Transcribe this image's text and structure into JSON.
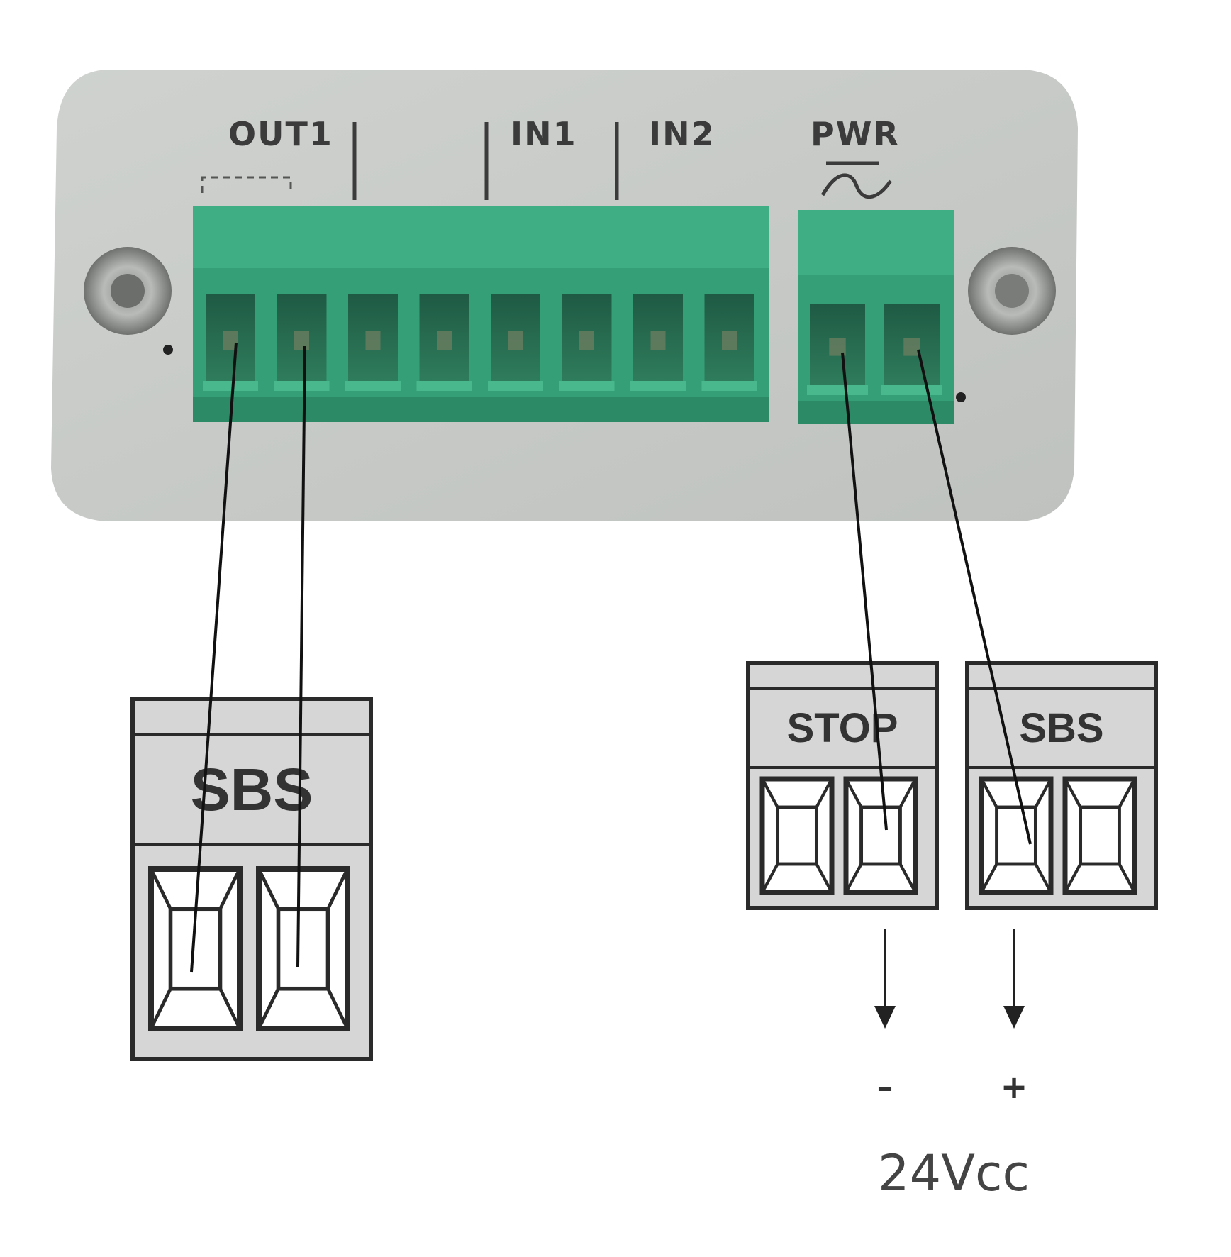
{
  "panel": {
    "labels": {
      "out1": "OUT1",
      "in1": "IN1",
      "in2": "IN2",
      "pwr": "PWR"
    },
    "colors": {
      "plate": "#c9ccc9",
      "connector": "#3aa57c",
      "connector_dark": "#2d8a66",
      "screw": "#a7a9a7"
    }
  },
  "blocks": {
    "left_sbs": "SBS",
    "stop": "STOP",
    "right_sbs": "SBS"
  },
  "power": {
    "minus": "–",
    "plus": "+",
    "voltage": "24Vcc"
  },
  "colors": {
    "block_fill": "#d6d6d6",
    "block_stroke": "#2a2a2a",
    "wire": "#111111"
  }
}
